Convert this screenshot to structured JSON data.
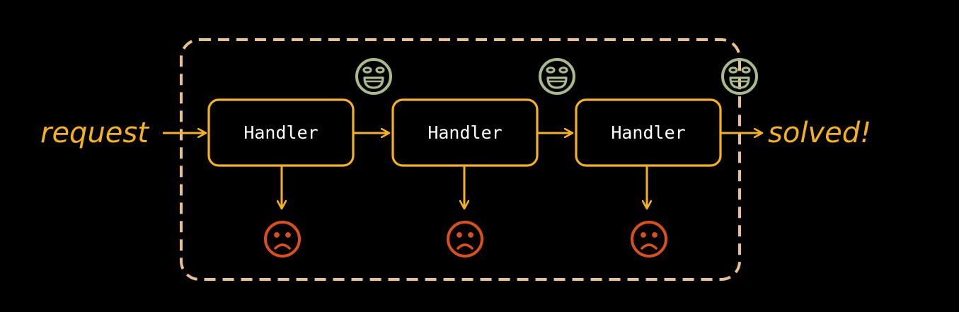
{
  "diagram": {
    "input_label": "request",
    "output_label": "solved!",
    "handlers": [
      {
        "label": "Handler",
        "success_icon": "smile-icon",
        "failure_icon": "frown-icon"
      },
      {
        "label": "Handler",
        "success_icon": "smile-icon",
        "failure_icon": "frown-icon"
      },
      {
        "label": "Handler",
        "success_icon": "smile-icon",
        "failure_icon": "frown-icon"
      }
    ]
  },
  "colors": {
    "background": "#000000",
    "accent": "#F5B21E",
    "chain_border": "#E8C18F",
    "success_face": "#A8B98A",
    "failure_face": "#D9501C"
  }
}
